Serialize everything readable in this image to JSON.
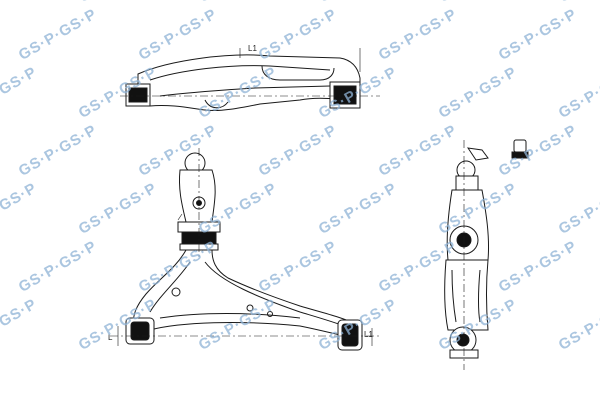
{
  "watermark": {
    "text": "GS·P",
    "color": "#8fb3d6"
  },
  "drawing": {
    "line_color": "#1a1a1a",
    "fill_color": "#ffffff",
    "bushing_color": "#111111",
    "views": [
      "top-view",
      "front-view",
      "side-view"
    ],
    "dimension_labels": {
      "top": "L1",
      "left": "L",
      "right": "L1"
    }
  }
}
